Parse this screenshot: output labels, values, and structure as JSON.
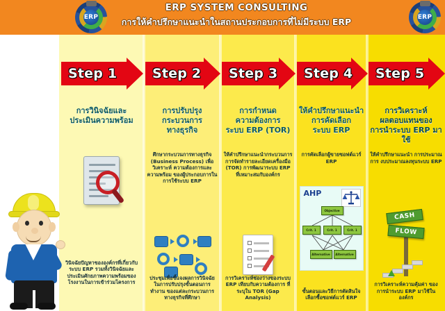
{
  "header": {
    "title": "ERP SYSTEM CONSULTING",
    "subtitle": "การให้คำปรึกษาแนะนำในสถานประกอบการที่ไม่มีระบบ ERP",
    "logo_text": "ERP",
    "background_color": "#f2871f",
    "logo_left_name": "erp-logo-left",
    "logo_right_name": "erp-logo-right"
  },
  "steps": [
    {
      "badge": "Step 1",
      "title": "การวินิจฉัยและ\nประเมินความพร้อม",
      "title_line1": "การวินิจฉัยและ",
      "title_line2": "ประเมินความพร้อม",
      "desc_top": "",
      "desc_bottom": "วินิจฉัยปัญหาขององค์กรที่เกี่ยวกับ ระบบ ERP รวมทั้งวินิจฉัยและ ประเมินศักยภาพความพร้อมของ โรงงานในการเข้าร่วมโครงการ",
      "illustration": "document-magnifier",
      "bg_color": "#fdf9b4"
    },
    {
      "badge": "Step 2",
      "title_line1": "การปรับปรุง",
      "title_line2": "กระบวนการ",
      "title_line3": "ทางธุรกิจ",
      "desc_top": "ศึกษากระบวนการทางธุรกิจ (Business Process) เพื่อวิเคราะห์ ความต้องการและความพร้อม ของผู้ประกอบการใน การใช้ระบบ ERP",
      "desc_bottom": "ประชุมเพื่อชี้แจงผลการวินิจฉัย ในการปรับปรุงขั้นตอนการทำงาน ของแต่ละกระบวนการทางธุรกิจที่ศึกษา",
      "illustration": "process-flow-diagram",
      "bg_color": "#fdee78"
    },
    {
      "badge": "Step 3",
      "title_line1": "การกำหนด",
      "title_line2": "ความต้องการ",
      "title_line3": "ระบบ ERP (TOR)",
      "desc_top": "ให้คำปรึกษาแนะนำกระบวนการ การจัดทำรายละเอียดเครื่องมือ (TOR) การพัฒนาระบบ ERP ที่เหมาะสมกับองค์กร",
      "desc_bottom": "การวิเคราะห์ช่องว่างของระบบ ERP เทียบกับความต้องการ ที่ระบุใน TOR (Gap Analysis)",
      "illustration": "checklist-document",
      "bg_color": "#fcea4c"
    },
    {
      "badge": "Step 4",
      "title_line1": "ให้คำปรึกษาแนะนำ",
      "title_line2": "การคัดเลือก",
      "title_line3": "ระบบ ERP",
      "desc_top": "การคัดเลือกผู้ขายซอฟต์แวร์ ERP",
      "desc_bottom": "ขั้นตอนและวิธีการตัดสินใจ เลือกซื้อซอฟต์แวร์ ERP",
      "illustration": "ahp-hierarchy-diagram",
      "bg_color": "#fbe21f",
      "ahp": {
        "label": "AHP",
        "objective": "Objective",
        "criteria": [
          "Crit. 1",
          "Crit. 1",
          "Crit. 1"
        ],
        "alternatives": [
          "Alternative",
          "Alternative"
        ],
        "icon": "balance-scales-icon"
      }
    },
    {
      "badge": "Step 5",
      "title_line1": "การวิเคราะห์",
      "title_line2": "ผลตอบแทนของ",
      "title_line3": "การนำระบบ ERP มาใช้",
      "desc_top": "ให้คำปรึกษาแนะนำ การประมาณการ งบประมาณลงทุนระบบ ERP",
      "desc_bottom": "การวิเคราะห์ความคุ้มค่า ของการนำระบบ ERP มาใช้ในองค์กร",
      "illustration": "cash-flow-signpost",
      "bg_color": "#f7dd00",
      "sign": {
        "top": "CASH",
        "bottom": "FLOW"
      }
    }
  ],
  "mascot": {
    "name": "engineer-mascot",
    "helmet_color": "#ece21d",
    "jacket_color": "#1e63b0"
  }
}
